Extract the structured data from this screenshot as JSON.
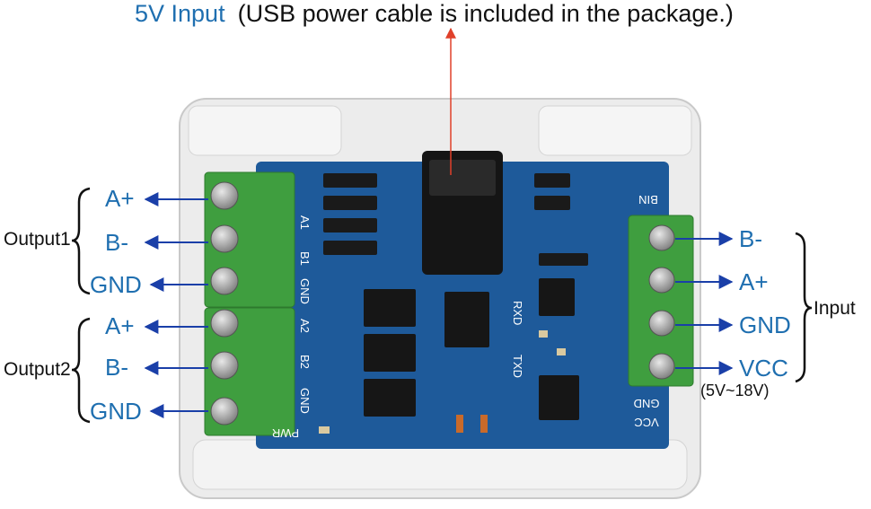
{
  "header": {
    "power_label": "5V Input",
    "power_note": "(USB power cable is included in the package.)"
  },
  "left": {
    "group1": "Output1",
    "group2": "Output2",
    "out1": [
      "A+",
      "B-",
      "GND"
    ],
    "out2": [
      "A+",
      "B-",
      "GND"
    ]
  },
  "right": {
    "group": "Input",
    "pins": [
      "B-",
      "A+",
      "GND",
      "VCC"
    ],
    "vcc_range": "(5V~18V)"
  },
  "board": {
    "left_silk": [
      "A1",
      "B1",
      "GND",
      "A2",
      "B2",
      "GND"
    ],
    "right_silk": [
      "BIN",
      "GND",
      "VCC"
    ],
    "rxd": "RXD",
    "txd": "TXD",
    "pwr": "PWR"
  },
  "colors": {
    "label_blue": "#1f6fb0",
    "arrow_blue": "#1a3fa8",
    "arrow_red": "#e0402a",
    "pcb_blue": "#1e5a9a",
    "terminal_green": "#3f9e3f"
  }
}
